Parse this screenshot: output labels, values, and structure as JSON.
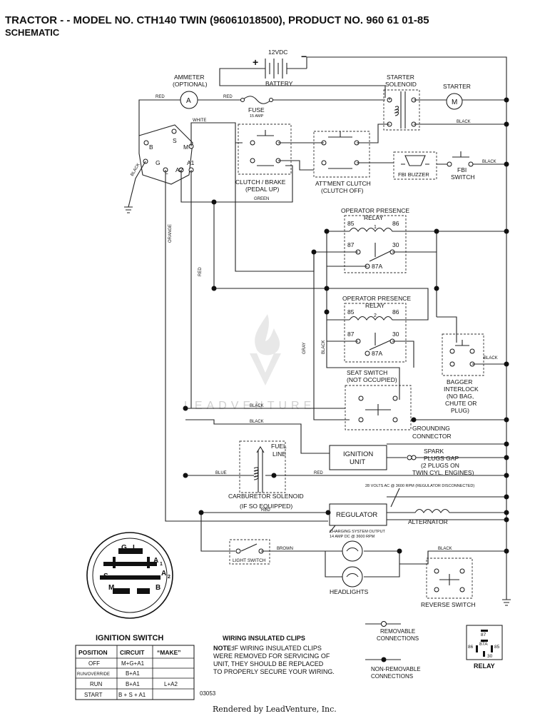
{
  "header": {
    "title": "TRACTOR - - MODEL NO. CTH140 TWIN (96061018500), PRODUCT NO. 960 61 01-85",
    "subtitle": "SCHEMATIC"
  },
  "components": {
    "battery_voltage": "12VDC",
    "battery": "BATTERY",
    "battery_plus": "+",
    "battery_minus": "−",
    "ammeter_1": "AMMETER",
    "ammeter_2": "(OPTIONAL)",
    "ammeter_symbol": "A",
    "fuse": "FUSE",
    "fuse_rating": "15 AMP",
    "starter_solenoid_1": "STARTER",
    "starter_solenoid_2": "SOLENOID",
    "starter": "STARTER",
    "starter_symbol": "M",
    "clutch_brake_1": "CLUTCH / BRAKE",
    "clutch_brake_2": "(PEDAL UP)",
    "att_clutch_1": "ATT'MENT CLUTCH",
    "att_clutch_2": "(CLUTCH OFF)",
    "fbi_buzzer": "FBI BUZZER",
    "fbi_switch_1": "FBI",
    "fbi_switch_2": "SWITCH",
    "opr1_1": "OPERATOR PRESENCE",
    "opr1_2": "RELAY",
    "opr1_3": "1",
    "opr2_1": "OPERATOR PRESENCE",
    "opr2_2": "RELAY",
    "opr2_3": "2",
    "relay_85": "85",
    "relay_86": "86",
    "relay_87": "87",
    "relay_30": "30",
    "relay_87a": "87A",
    "seat_switch_1": "SEAT SWITCH",
    "seat_switch_2": "(NOT OCCUPIED)",
    "bagger_1": "BAGGER",
    "bagger_2": "INTERLOCK",
    "bagger_3": "(NO BAG,",
    "bagger_4": "CHUTE OR",
    "bagger_5": "PLUG)",
    "grounding_1": "GROUNDING",
    "grounding_2": "CONNECTOR",
    "ignition_unit_1": "IGNITION",
    "ignition_unit_2": "UNIT",
    "spark_1": "SPARK",
    "spark_2": "PLUGS GAP",
    "spark_3": "(2 PLUGS ON",
    "spark_4": "TWIN CYL. ENGINES)",
    "fuel_1": "FUEL",
    "fuel_2": "LINE",
    "carb_1": "CARBURETOR SOLENOID",
    "carb_2": "(IF SO EQUIPPED)",
    "regulator_note": "28 VOLTS AC @ 3600 RPM (REGULATOR DISCONNECTED)",
    "regulator": "REGULATOR",
    "alternator": "ALTERNATOR",
    "charging_1": "CHARGING SYSTEM OUTPUT",
    "charging_2": "14 AMP DC @ 3600 RPM",
    "light_switch": "LIGHT SWITCH",
    "headlights": "HEADLIGHTS",
    "reverse_switch": "REVERSE SWITCH"
  },
  "wires": {
    "red": "RED",
    "white": "WHITE",
    "black": "BLACK",
    "green": "GREEN",
    "orange": "ORANGE",
    "gray": "GRAY",
    "blue": "BLUE",
    "brown": "BROWN"
  },
  "terminals": {
    "s": "S",
    "b": "B",
    "g": "G",
    "l": "L",
    "a2": "A2",
    "a1": "A1",
    "m": "M"
  },
  "switch_face": {
    "g": "G",
    "l": "L",
    "a1": "A",
    "a1sub": "1",
    "s": "S",
    "a2": "A",
    "a2sub": "2",
    "m": "M",
    "b": "B"
  },
  "ignition_switch": {
    "title": "IGNITION SWITCH",
    "headers": [
      "POSITION",
      "CIRCUIT",
      "“MAKE”"
    ],
    "rows": [
      {
        "position": "OFF",
        "circuit": "M+G+A1",
        "make": ""
      },
      {
        "position": "RUN/OVERRIDE",
        "circuit": "B+A1",
        "make": ""
      },
      {
        "position": "RUN",
        "circuit": "B+A1",
        "make": "L+A2"
      },
      {
        "position": "START",
        "circuit": "B + S + A1",
        "make": ""
      }
    ]
  },
  "notes": {
    "clips_title": "WIRING INSULATED CLIPS",
    "note_label": "NOTE:",
    "note_1": " IF WIRING INSULATED CLIPS",
    "note_2": "WERE REMOVED FOR SERVICING OF",
    "note_3": "UNIT, THEY SHOULD BE REPLACED",
    "note_4": "TO PROPERLY SECURE YOUR WIRING.",
    "part_no": "03053"
  },
  "legend": {
    "removable_1": "REMOVABLE",
    "removable_2": "CONNECTIONS",
    "non_removable_1": "NON-REMOVABLE",
    "non_removable_2": "CONNECTIONS",
    "relay": "RELAY",
    "r87": "87",
    "r86": "86",
    "r87a": "87A",
    "r85": "85",
    "r30": "30"
  },
  "watermark": "LEADVENTURE",
  "footer": "Rendered by LeadVenture, Inc."
}
